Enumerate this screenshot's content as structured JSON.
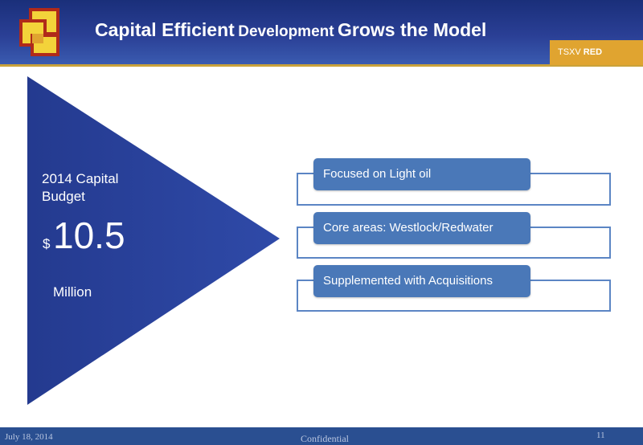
{
  "header": {
    "title_part1": "Capital Efficient",
    "title_part2": "Development",
    "title_part3": "Grows the Model",
    "ticker_prefix": "TSXV",
    "ticker_symbol": "RED"
  },
  "colors": {
    "header_blue": "#1a2f7a",
    "triangle_blue": "#2a3f95",
    "accent_gold": "#e0a430",
    "pill_blue": "#4a78b8"
  },
  "budget": {
    "label": "2014 Capital Budget",
    "currency": "$",
    "amount": "10.5",
    "unit": "Million"
  },
  "points": [
    "Focused on Light oil",
    "Core areas: Westlock/Redwater",
    "Supplemented with Acquisitions"
  ],
  "footer": {
    "date": "July 18, 2014",
    "confidential": "Confidential",
    "page": "11"
  }
}
